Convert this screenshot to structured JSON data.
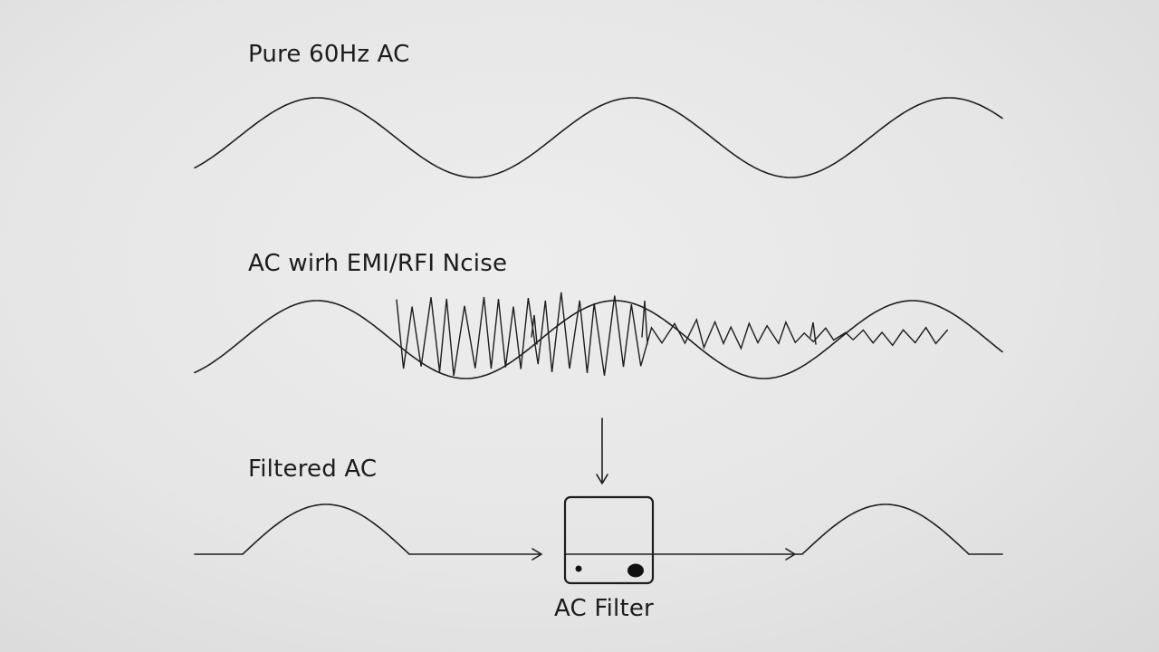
{
  "labels": {
    "pure": "Pure 60Hz AC",
    "noise": "AC wirh EMI/RFI Ncise",
    "filtered": "Filtered AC",
    "filter": "AC Filter"
  }
}
